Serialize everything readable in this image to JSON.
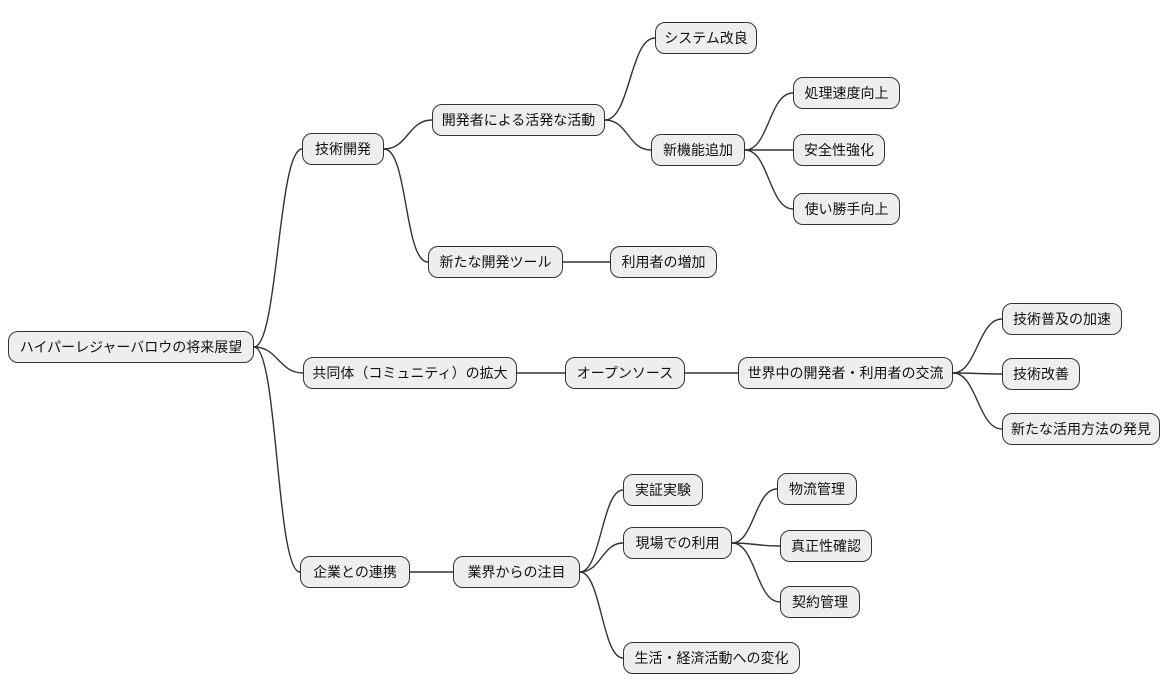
{
  "diagram": {
    "type": "mindmap",
    "background_color": "#ffffff",
    "node_fill": "#eeeeee",
    "node_border": "#333333",
    "edge_color": "#333333"
  },
  "nodes": {
    "root": {
      "label": "ハイパーレジャーバロウの将来展望",
      "children": [
        "tech_dev",
        "community_expansion",
        "corporate_collab"
      ]
    },
    "tech_dev": {
      "label": "技術開発",
      "children": [
        "dev_activity",
        "new_dev_tools"
      ]
    },
    "dev_activity": {
      "label": "開発者による活発な活動",
      "children": [
        "system_improvement",
        "new_features"
      ]
    },
    "system_improvement": {
      "label": "システム改良",
      "children": []
    },
    "new_features": {
      "label": "新機能追加",
      "children": [
        "processing_speed",
        "security",
        "usability"
      ]
    },
    "processing_speed": {
      "label": "処理速度向上",
      "children": []
    },
    "security": {
      "label": "安全性強化",
      "children": []
    },
    "usability": {
      "label": "使い勝手向上",
      "children": []
    },
    "new_dev_tools": {
      "label": "新たな開発ツール",
      "children": [
        "user_increase"
      ]
    },
    "user_increase": {
      "label": "利用者の増加",
      "children": []
    },
    "community_expansion": {
      "label": "共同体（コミュニティ）の拡大",
      "children": [
        "open_source"
      ]
    },
    "open_source": {
      "label": "オープンソース",
      "children": [
        "global_exchange"
      ]
    },
    "global_exchange": {
      "label": "世界中の開発者・利用者の交流",
      "children": [
        "tech_spread",
        "tech_improvement",
        "new_usage_discovery"
      ]
    },
    "tech_spread": {
      "label": "技術普及の加速",
      "children": []
    },
    "tech_improvement": {
      "label": "技術改善",
      "children": []
    },
    "new_usage_discovery": {
      "label": "新たな活用方法の発見",
      "children": []
    },
    "corporate_collab": {
      "label": "企業との連携",
      "children": [
        "industry_attention"
      ]
    },
    "industry_attention": {
      "label": "業界からの注目",
      "children": [
        "poc",
        "field_use",
        "life_economy"
      ]
    },
    "poc": {
      "label": "実証実験",
      "children": []
    },
    "field_use": {
      "label": "現場での利用",
      "children": [
        "logistics",
        "authenticity",
        "contract"
      ]
    },
    "logistics": {
      "label": "物流管理",
      "children": []
    },
    "authenticity": {
      "label": "真正性確認",
      "children": []
    },
    "contract": {
      "label": "契約管理",
      "children": []
    },
    "life_economy": {
      "label": "生活・経済活動への変化",
      "children": []
    }
  }
}
